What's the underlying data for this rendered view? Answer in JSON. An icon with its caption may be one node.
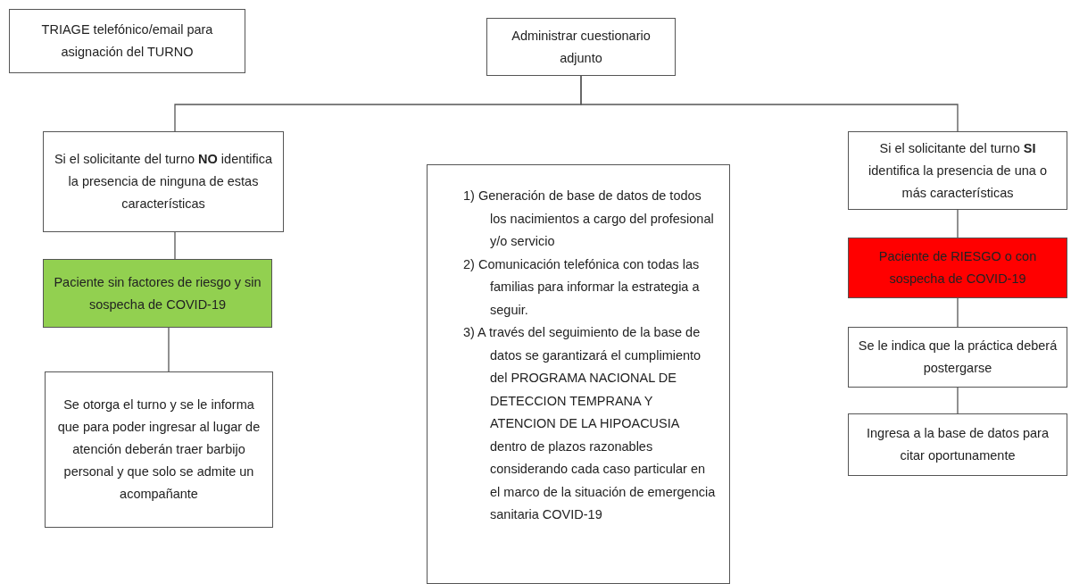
{
  "diagram": {
    "nodes": [
      {
        "text": [
          "TRIAGE telefónico/email para asignación del TURNO"
        ]
      },
      {
        "text": [
          "Administrar cuestionario adjunto"
        ]
      },
      {
        "text": [
          "Si el solicitante del turno **NO** identifica la presencia de ninguna de estas características"
        ]
      },
      {
        "text": [
          "Paciente sin factores de riesgo y sin sospecha de COVID-19"
        ]
      },
      {
        "text": [
          "Se otorga el turno y se le informa que para poder ingresar al lugar de atención deberán traer barbijo personal y que solo se admite un acompañante"
        ]
      },
      {
        "text": [
          "1) Generación de base de datos de todos los nacimientos a cargo del profesional y/o servicio",
          "2) Comunicación telefónica con todas las familias para informar la estrategia a seguir.",
          "3) A través del seguimiento de la base de datos se garantizará el cumplimiento del PROGRAMA NACIONAL DE DETECCION TEMPRANA Y ATENCION DE LA HIPOACUSIA dentro de plazos razonables considerando cada caso particular en el marco de la situación de emergencia sanitaria COVID-19"
        ]
      },
      {
        "text": [
          "Si el solicitante del turno **SI** identifica la presencia de una o más características"
        ]
      },
      {
        "text": [
          "Paciente de RIESGO o con sospecha de COVID-19"
        ]
      },
      {
        "text": [
          "Se le indica que la práctica deberá postergarse"
        ]
      },
      {
        "text": [
          "Ingresa a la base de datos para citar oportunamente"
        ]
      }
    ],
    "edges": [
      {
        "from": 1,
        "to": 2,
        "arrow": "none"
      },
      {
        "from": 1,
        "to": 6,
        "arrow": "none"
      },
      {
        "from": 2,
        "to": 3,
        "arrow": "none"
      },
      {
        "from": 3,
        "to": 4,
        "arrow": "none"
      },
      {
        "from": 6,
        "to": 7,
        "arrow": "none"
      },
      {
        "from": 7,
        "to": 8,
        "arrow": "none"
      },
      {
        "from": 8,
        "to": 9,
        "arrow": "none"
      }
    ]
  }
}
